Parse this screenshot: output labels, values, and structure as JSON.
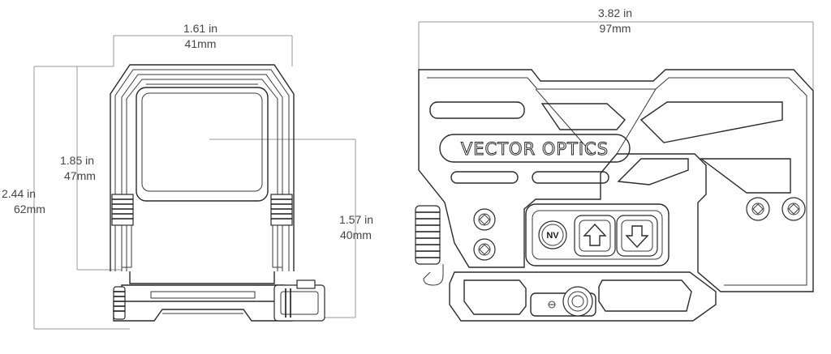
{
  "dimensions": {
    "front_width": {
      "imperial": "1.61 in",
      "metric": "41mm"
    },
    "front_height_window": {
      "imperial": "1.85 in",
      "metric": "47mm"
    },
    "front_height_total": {
      "imperial": "2.44 in",
      "metric": "62mm"
    },
    "optical_axis_height": {
      "imperial": "1.57 in",
      "metric": "40mm"
    },
    "side_length": {
      "imperial": "3.82 in",
      "metric": "97mm"
    }
  },
  "side_view": {
    "logo_text": "VECTOR OPTICS",
    "nv_button_label": "NV"
  }
}
